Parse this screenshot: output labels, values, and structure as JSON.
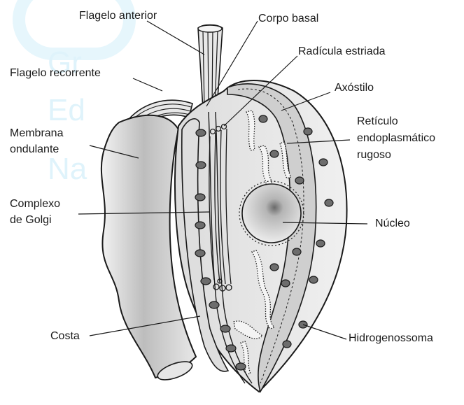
{
  "labels": {
    "flagelo_anterior": "Flagelo anterior",
    "corpo_basal": "Corpo basal",
    "radicula_estriada": "Radícula estriada",
    "flagelo_recorrente": "Flagelo recorrente",
    "axostilo": "Axóstilo",
    "membrana_ondulante_1": "Membrana",
    "membrana_ondulante_2": "ondulante",
    "reticulo_1": "Retículo",
    "reticulo_2": "endoplasmático",
    "reticulo_3": "rugoso",
    "complexo_golgi_1": "Complexo",
    "complexo_golgi_2": "de Golgi",
    "nucleo": "Núcleo",
    "costa": "Costa",
    "hidrogenossoma": "Hidrogenossoma"
  },
  "watermark": {
    "line1": "Gr",
    "line2": "Ed",
    "line3": "Na"
  },
  "colors": {
    "outline": "#1a1a1a",
    "cell_fill": "#e4e4e4",
    "membrane_fill": "#d6d6d6",
    "organelle_fill": "#6d6d6d",
    "nucleus_fill": "#cfcfcf",
    "watermark": "#dff3fb"
  }
}
